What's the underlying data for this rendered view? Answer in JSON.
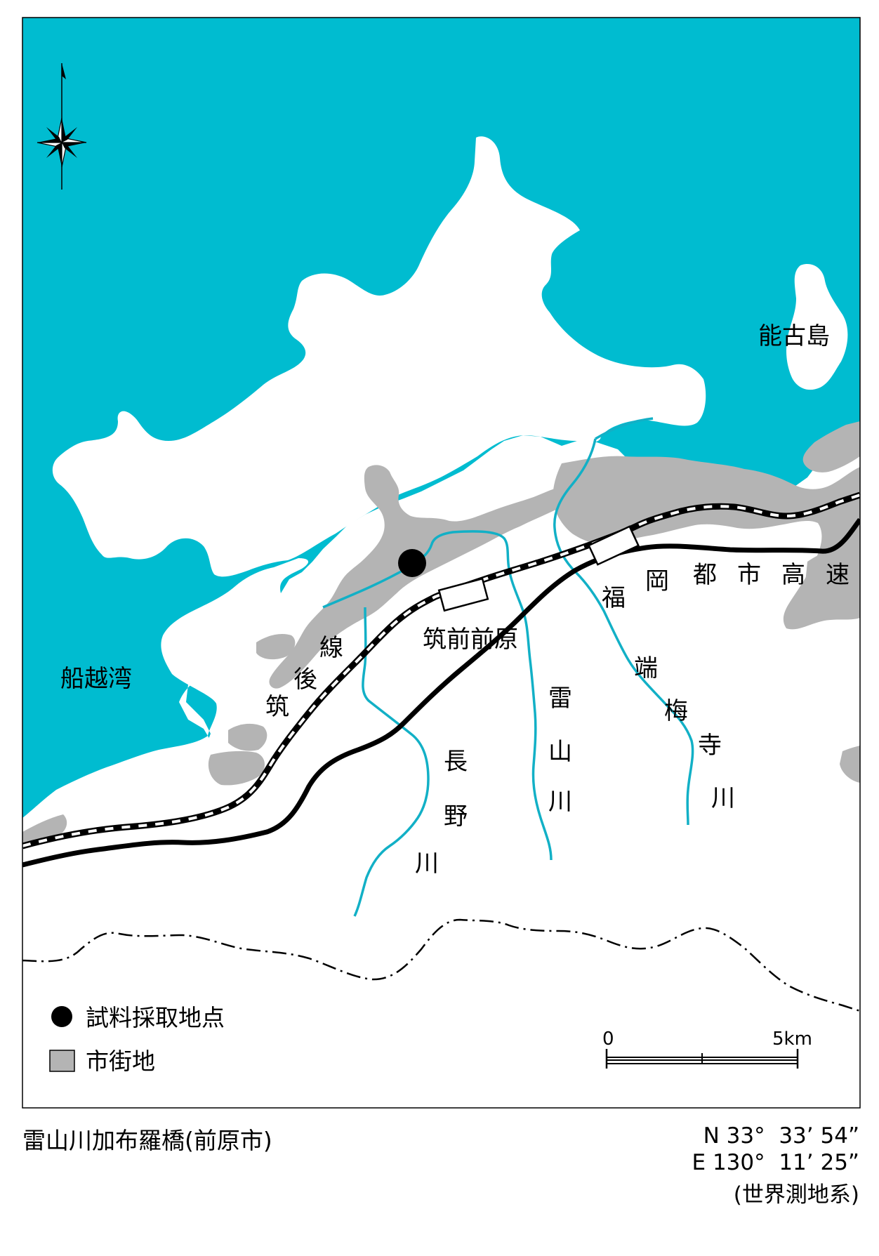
{
  "colors": {
    "sea": "#00bcd0",
    "land": "#ffffff",
    "urban": "#b4b4b4",
    "river": "#12b0c6",
    "line": "#000000"
  },
  "labels": {
    "island": "能古島",
    "bay": "船越湾",
    "station": "筑前前原",
    "expressway": [
      "福",
      "岡",
      "都",
      "市",
      "高",
      "速"
    ],
    "railway": [
      "筑",
      "後",
      "線"
    ],
    "river_naganogawa": [
      "長",
      "野",
      "川"
    ],
    "river_raizangawa": [
      "雷",
      "山",
      "川"
    ],
    "river_zuibaijigawa": [
      "端",
      "梅",
      "寺",
      "川"
    ]
  },
  "legend": {
    "sample_point": "試料採取地点",
    "urban_area": "市街地"
  },
  "scale": {
    "zero": "0",
    "end": "5km"
  },
  "caption": {
    "title": "雷山川加布羅橋(前原市)",
    "lat": "N 33°  33’ 54”",
    "lon": "E 130°  11’ 25”",
    "datum": "(世界測地系)"
  },
  "icons": [
    "compass-rose-icon",
    "sample-point-icon",
    "urban-swatch-icon"
  ]
}
